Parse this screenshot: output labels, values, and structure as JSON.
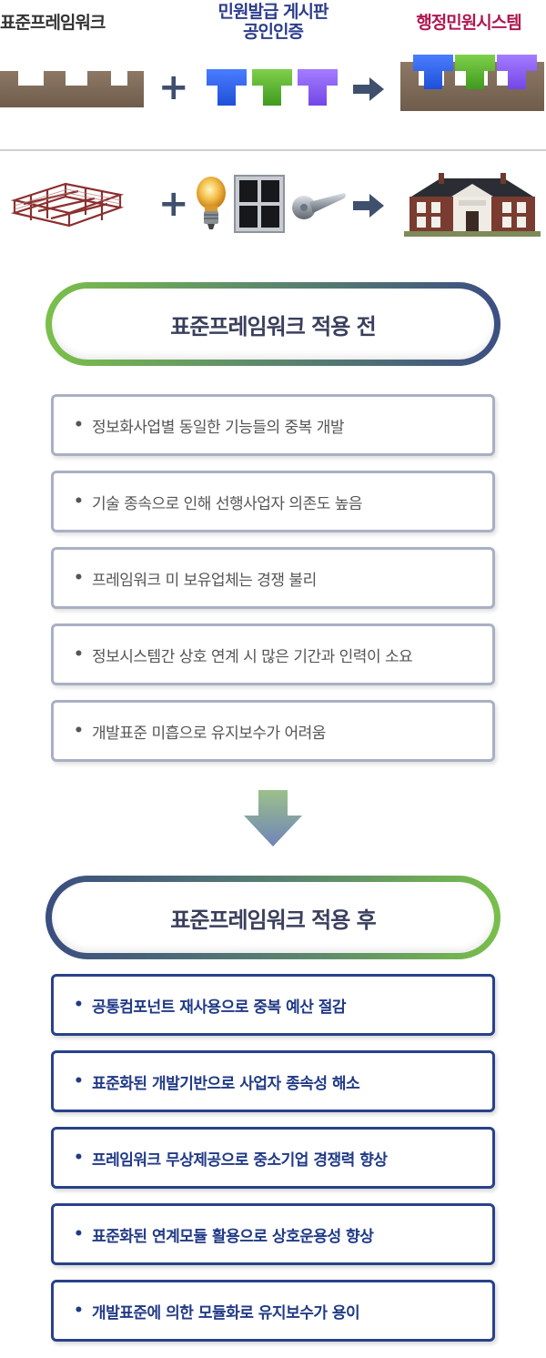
{
  "top_row": {
    "framework_label": "표준프레임워크",
    "public_service_label_line1": "민원발급 게시판",
    "public_service_label_line2": "공인인증",
    "system_label": "행정민원시스템",
    "plus_symbol": "+",
    "arrow_icon": "right-arrow-icon",
    "colors": {
      "base": "#7f6a57",
      "blue": "#2e5ef2",
      "green": "#5bb52e",
      "purple": "#8c5cf2"
    }
  },
  "icon_row": {
    "icons": [
      "steel-frame-icon",
      "light-bulb-icon",
      "window-icon",
      "door-handle-icon",
      "mansion-icon"
    ]
  },
  "before": {
    "title": "표준프레임워크 적용 전",
    "items": [
      "정보화사업별 동일한 기능들의 중복 개발",
      "기술 종속으로 인해 선행사업자 의존도 높음",
      "프레임워크 미 보유업체는 경쟁 불리",
      "정보시스템간 상호 연계 시 많은 기간과 인력이 소요",
      "개발표준 미흡으로 유지보수가 어려움"
    ]
  },
  "after": {
    "title": "표준프레임워크 적용 후",
    "items": [
      "공통컴포넌트 재사용으로 중복 예산 절감",
      "표준화된 개발기반으로 사업자 종속성 해소",
      "프레임워크 무상제공으로 중소기업 경쟁력 향상",
      "표준화된 연계모듈 활용으로 상호운용성 향상",
      "개발표준에 의한 모듈화로 유지보수가 용이"
    ]
  },
  "bullet": "•"
}
